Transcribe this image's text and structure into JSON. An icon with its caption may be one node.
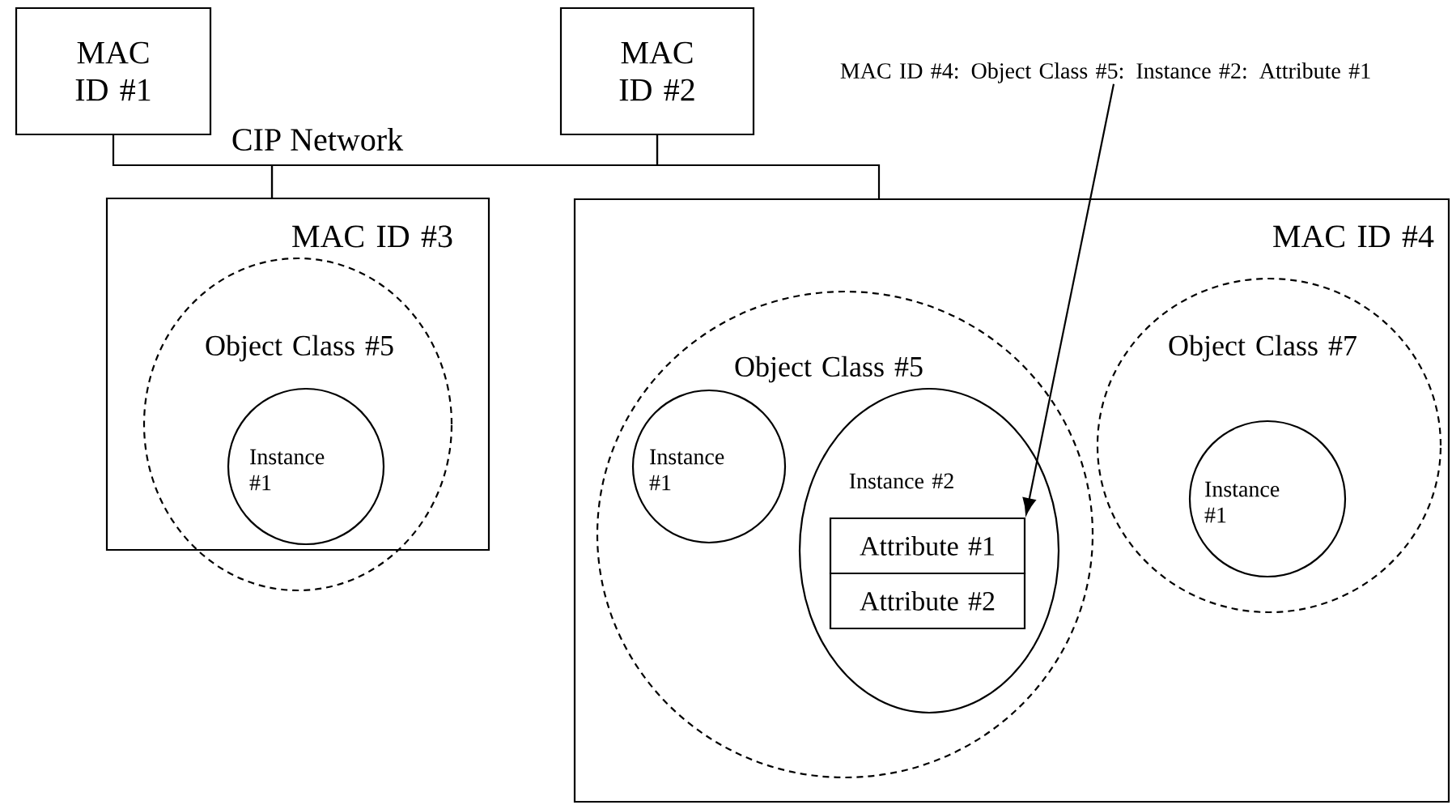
{
  "diagram": {
    "nodes": [
      {
        "text": [
          "MAC ID #1"
        ]
      },
      {
        "text": [
          "MAC ID #2"
        ]
      },
      {
        "text": [
          "MAC ID #3"
        ]
      },
      {
        "text": [
          "Object Class #5"
        ],
        "in": 2
      },
      {
        "text": [
          "Instance #1"
        ],
        "in": 3
      },
      {
        "text": [
          "MAC ID #4"
        ]
      },
      {
        "text": [
          "Object Class #5"
        ],
        "in": 5
      },
      {
        "text": [
          "Instance #1"
        ],
        "in": 6
      },
      {
        "text": [
          "Instance #2"
        ],
        "in": 6
      },
      {
        "text": [
          "Attribute #1"
        ],
        "in": 8
      },
      {
        "text": [
          "Attribute #2"
        ],
        "in": 8
      },
      {
        "text": [
          "Object Class #7"
        ],
        "in": 5
      },
      {
        "text": [
          "Instance #1"
        ],
        "in": 11
      },
      {
        "text": [
          "MAC ID #4: Object Class #5: Instance #2: Attribute #1"
        ]
      }
    ],
    "edges": [
      {
        "from": 0,
        "to": 2,
        "arrow": "none"
      },
      {
        "from": 2,
        "to": 1,
        "arrow": "none"
      },
      {
        "from": 1,
        "to": 5,
        "arrow": "none"
      },
      {
        "from": 13,
        "to": 9,
        "arrow": "to"
      }
    ],
    "labels": [
      "CIP Network"
    ]
  }
}
